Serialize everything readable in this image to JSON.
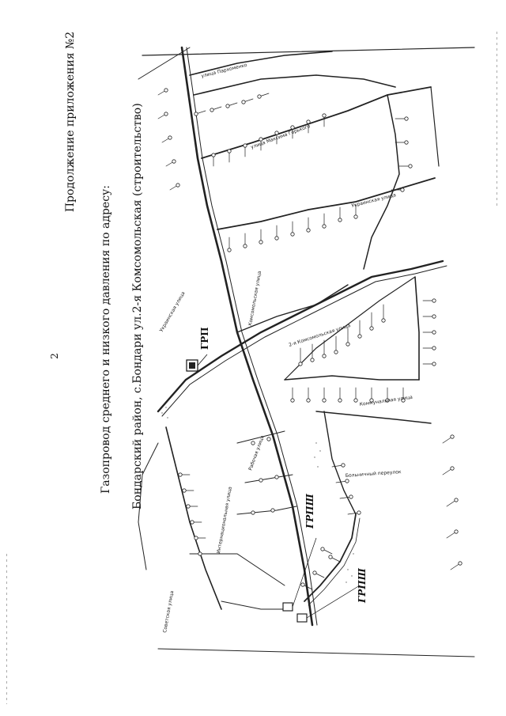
{
  "header": {
    "page_number": "2",
    "continuation": "Продолжение приложения №2"
  },
  "title": {
    "line1": "Газопровод среднего и низкого давления по адресу:",
    "line2": "Бондарский район, с.Бондари ул.2-я Комсомольская (строительство)"
  },
  "map": {
    "stations": {
      "grp": "ГРП",
      "grpsh_upper": "ГРПШ",
      "grpsh_lower": "ГРПШ"
    },
    "streets": {
      "s1": "улица Пархоменко",
      "s2": "улица Максима Горького",
      "s3": "Украинская улица",
      "s4": "Украинская улица",
      "s5": "2-я Комсомольская улица",
      "s6": "Комсомольская улица",
      "s7": "Рабочая улица",
      "s8": "Коммунальная улица",
      "s9": "Советская улица",
      "s10": "Больничный переулок",
      "s11": "Интернациональная улица"
    }
  }
}
